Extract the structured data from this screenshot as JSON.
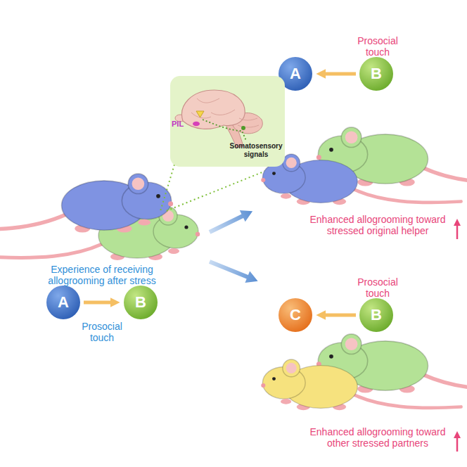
{
  "diagram": {
    "nodes": [
      {
        "text": [
          "A"
        ]
      },
      {
        "text": [
          "B"
        ]
      },
      {
        "text": [
          "PIL",
          "Somatosensory signals"
        ]
      },
      {
        "text": [
          "A"
        ]
      },
      {
        "text": [
          "B"
        ]
      },
      {
        "text": [
          "C"
        ]
      },
      {
        "text": [
          "B"
        ]
      }
    ],
    "edges": [
      {
        "from": 1,
        "to": 0,
        "arrow": "to",
        "label": "Prosocial touch"
      },
      {
        "from": 3,
        "to": 4,
        "arrow": "to",
        "label": "Prosocial touch"
      },
      {
        "from": 6,
        "to": 5,
        "arrow": "to",
        "label": "Prosocial touch"
      }
    ],
    "labels": [
      "Enhanced allogrooming toward stressed original helper",
      "Experience of receiving allogrooming after stress",
      "Enhanced allogrooming toward other stressed partners"
    ]
  }
}
